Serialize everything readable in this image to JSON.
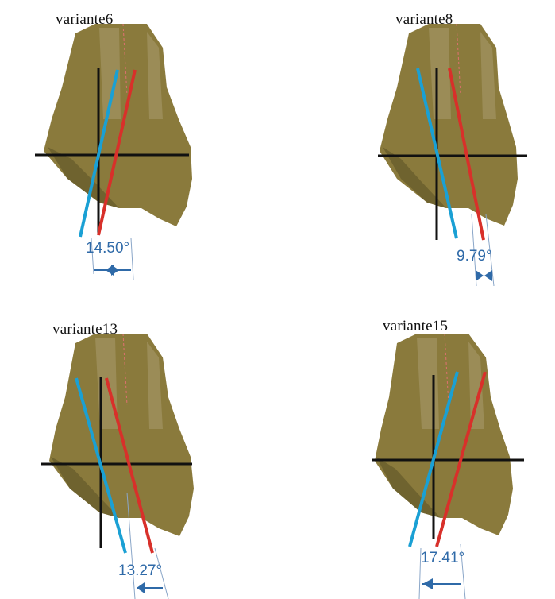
{
  "colors": {
    "bone_fill": "#8a7a3c",
    "bone_shadow": "#5e5426",
    "bone_highlight": "#b9b08a",
    "axis_black": "#111111",
    "line_blue": "#1aa0d4",
    "line_red": "#d8302a",
    "angle_text": "#2f6aa8",
    "ref_line": "#8aa6c8",
    "dashed_red": "#e07070"
  },
  "panels": [
    {
      "label": "variante6",
      "angle": "14.50°"
    },
    {
      "label": "variante8",
      "angle": "9.79°"
    },
    {
      "label": "variante13",
      "angle": "13.27°"
    },
    {
      "label": "variante15",
      "angle": "17.41°"
    }
  ]
}
